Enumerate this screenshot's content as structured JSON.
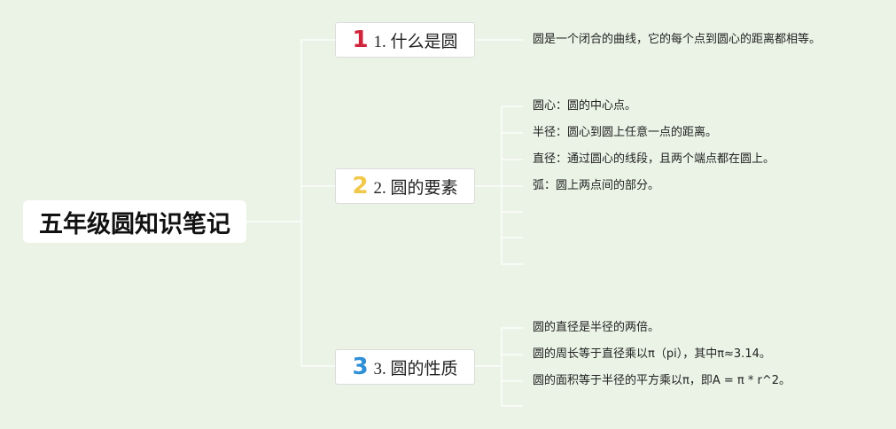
{
  "root": {
    "title": "五年级圆知识笔记"
  },
  "topics": [
    {
      "num": "1",
      "label": "1. 什么是圆",
      "num_color": "#d0243a",
      "notes": [
        "圆是一个闭合的曲线，它的每个点到圆心的距离都相等。"
      ]
    },
    {
      "num": "2",
      "label": "2. 圆的要素",
      "num_color": "#f2c84a",
      "notes": [
        "圆心：圆的中心点。",
        "半径：圆心到圆上任意一点的距离。",
        "直径：通过圆心的线段，且两个端点都在圆上。",
        "弧：圆上两点间的部分。"
      ]
    },
    {
      "num": "3",
      "label": "3. 圆的性质",
      "num_color": "#2e8fd6",
      "notes": [
        "圆的直径是半径的两倍。",
        "圆的周长等于直径乘以π（pi），其中π≈3.14。",
        "圆的面积等于半径的平方乘以π，即A = π * r^2。"
      ]
    }
  ],
  "colors": {
    "background": "#ebf3e6",
    "connector": "#ffffff"
  }
}
